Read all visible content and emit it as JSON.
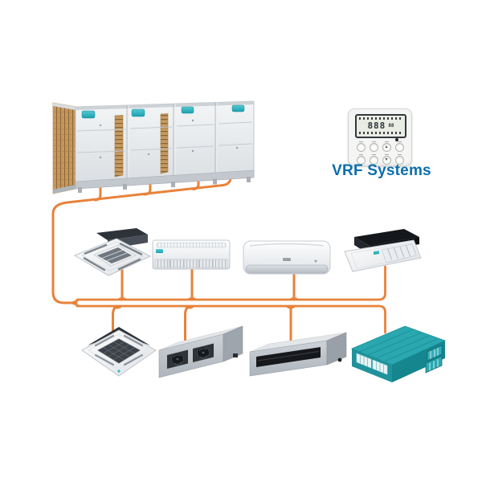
{
  "background_color": "#ffffff",
  "title": {
    "text": "VRF Systems",
    "color": "#0b6eae"
  },
  "controller": {
    "type": "wired-remote-controller",
    "lcd_value": "888",
    "lcd_sub_value": "88",
    "up_glyph": "▴",
    "down_glyph": "▾",
    "button_count": 8
  },
  "outdoor_unit_bank": {
    "module_count": 4,
    "accent_label_color": "#2fb4c4",
    "body_color": "#e7eaec",
    "coil_color": "#c8995e"
  },
  "indoor_units": {
    "row1": [
      "four-way-cassette",
      "ceiling-floor-unit",
      "wall-mounted-split",
      "one-way-cassette"
    ],
    "row2": [
      "compact-four-way-cassette",
      "high-static-ducted-unit",
      "slim-ducted-unit",
      "teal-ducted-unit"
    ]
  },
  "piping": {
    "color": "#e8823a",
    "kind": "refrigerant-lines"
  }
}
